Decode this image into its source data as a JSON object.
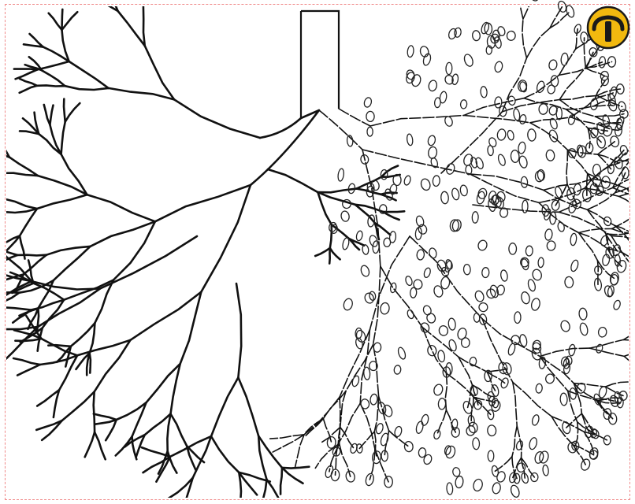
{
  "diagram": {
    "subject": "airway-tree-and-alveoli",
    "left_panel": "bronchial-tree-outline",
    "right_panel": "bronchial-tree-with-alveolar-sacs"
  },
  "logo": {
    "icon": "tool-t-logo-icon",
    "background_color": "#f2b90f",
    "outline_color": "#1a1a1a"
  },
  "colors": {
    "stroke": "#111111",
    "frame": "#f08a8a",
    "background": "#ffffff"
  }
}
